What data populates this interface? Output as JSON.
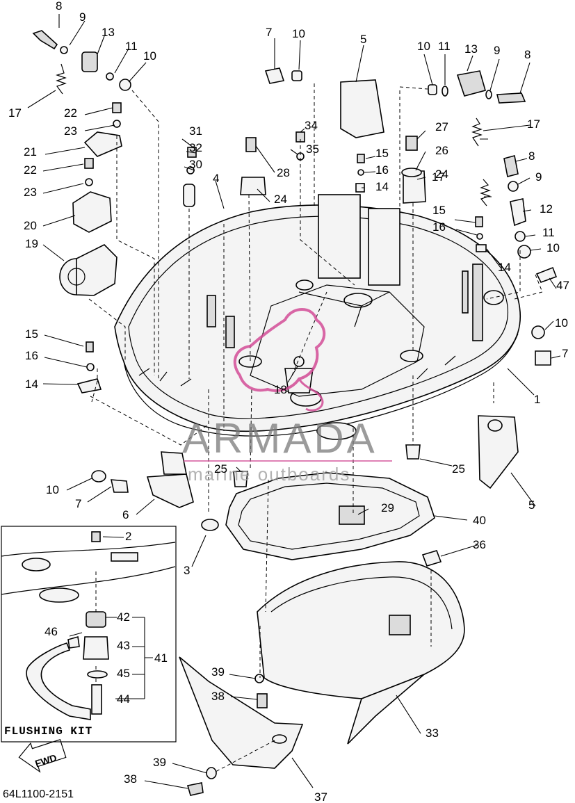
{
  "diagram": {
    "drawing_code": "64L1100-2151",
    "inset_title": "FLUSHING KIT",
    "direction_label": "FWD",
    "watermark": {
      "title": "ARMADA",
      "subtitle": "marine outboards",
      "color": "#d24c96"
    },
    "callouts": [
      {
        "id": "c8a",
        "text": "8"
      },
      {
        "id": "c9a",
        "text": "9"
      },
      {
        "id": "c13a",
        "text": "13"
      },
      {
        "id": "c11a",
        "text": "11"
      },
      {
        "id": "c10a",
        "text": "10"
      },
      {
        "id": "c17a",
        "text": "17"
      },
      {
        "id": "c22a",
        "text": "22"
      },
      {
        "id": "c23a",
        "text": "23"
      },
      {
        "id": "c21",
        "text": "21"
      },
      {
        "id": "c22b",
        "text": "22"
      },
      {
        "id": "c23b",
        "text": "23"
      },
      {
        "id": "c20",
        "text": "20"
      },
      {
        "id": "c19",
        "text": "19"
      },
      {
        "id": "c7a",
        "text": "7"
      },
      {
        "id": "c10b",
        "text": "10"
      },
      {
        "id": "c5a",
        "text": "5"
      },
      {
        "id": "c10c",
        "text": "10"
      },
      {
        "id": "c11b",
        "text": "11"
      },
      {
        "id": "c13b",
        "text": "13"
      },
      {
        "id": "c9b",
        "text": "9"
      },
      {
        "id": "c8b",
        "text": "8"
      },
      {
        "id": "c31",
        "text": "31"
      },
      {
        "id": "c32",
        "text": "32"
      },
      {
        "id": "c30",
        "text": "30"
      },
      {
        "id": "c4",
        "text": "4"
      },
      {
        "id": "c34",
        "text": "34"
      },
      {
        "id": "c35",
        "text": "35"
      },
      {
        "id": "c28",
        "text": "28"
      },
      {
        "id": "c24a",
        "text": "24"
      },
      {
        "id": "c27",
        "text": "27"
      },
      {
        "id": "c26",
        "text": "26"
      },
      {
        "id": "c15a",
        "text": "15"
      },
      {
        "id": "c16a",
        "text": "16"
      },
      {
        "id": "c14a",
        "text": "14"
      },
      {
        "id": "c24b",
        "text": "24"
      },
      {
        "id": "c17b",
        "text": "17"
      },
      {
        "id": "c17c",
        "text": "17"
      },
      {
        "id": "c8c",
        "text": "8"
      },
      {
        "id": "c9c",
        "text": "9"
      },
      {
        "id": "c12",
        "text": "12"
      },
      {
        "id": "c15b",
        "text": "15"
      },
      {
        "id": "c16b",
        "text": "16"
      },
      {
        "id": "c11c",
        "text": "11"
      },
      {
        "id": "c10d",
        "text": "10"
      },
      {
        "id": "c14b",
        "text": "14"
      },
      {
        "id": "c47",
        "text": "47"
      },
      {
        "id": "c10e",
        "text": "10"
      },
      {
        "id": "c7b",
        "text": "7"
      },
      {
        "id": "c1",
        "text": "1"
      },
      {
        "id": "c15c",
        "text": "15"
      },
      {
        "id": "c16c",
        "text": "16"
      },
      {
        "id": "c14c",
        "text": "14"
      },
      {
        "id": "c18",
        "text": "18"
      },
      {
        "id": "c25a",
        "text": "25"
      },
      {
        "id": "c25b",
        "text": "25"
      },
      {
        "id": "c5b",
        "text": "5"
      },
      {
        "id": "c10f",
        "text": "10"
      },
      {
        "id": "c7c",
        "text": "7"
      },
      {
        "id": "c6",
        "text": "6"
      },
      {
        "id": "c29",
        "text": "29"
      },
      {
        "id": "c40",
        "text": "40"
      },
      {
        "id": "c36",
        "text": "36"
      },
      {
        "id": "c3",
        "text": "3"
      },
      {
        "id": "c2",
        "text": "2"
      },
      {
        "id": "c42",
        "text": "42"
      },
      {
        "id": "c46",
        "text": "46"
      },
      {
        "id": "c43",
        "text": "43"
      },
      {
        "id": "c41",
        "text": "41"
      },
      {
        "id": "c45",
        "text": "45"
      },
      {
        "id": "c44",
        "text": "44"
      },
      {
        "id": "c39a",
        "text": "39"
      },
      {
        "id": "c38a",
        "text": "38"
      },
      {
        "id": "c33",
        "text": "33"
      },
      {
        "id": "c39b",
        "text": "39"
      },
      {
        "id": "c38b",
        "text": "38"
      },
      {
        "id": "c37",
        "text": "37"
      }
    ]
  }
}
